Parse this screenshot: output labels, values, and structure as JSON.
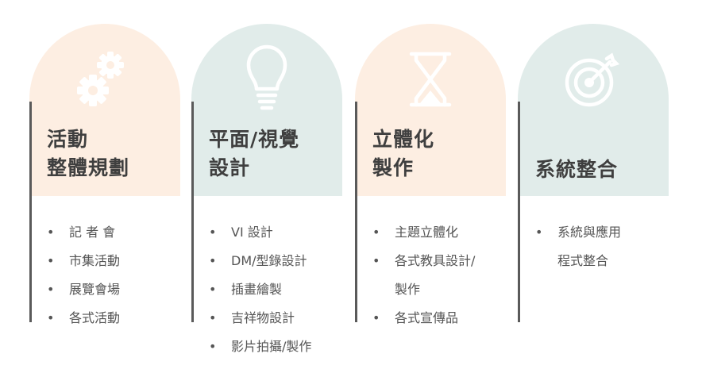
{
  "columns": [
    {
      "title_lines": [
        "活動",
        "整體規劃"
      ],
      "icon": "gears-icon",
      "items": [
        "記 者 會",
        "市集活動",
        "展覽會場",
        "各式活動"
      ]
    },
    {
      "title_lines": [
        "平面/視覺",
        "設計"
      ],
      "icon": "lightbulb-icon",
      "items": [
        "VI 設計",
        "DM/型錄設計",
        "插畫繪製",
        "吉祥物設計",
        "影片拍攝/製作"
      ]
    },
    {
      "title_lines": [
        "立體化",
        "製作"
      ],
      "icon": "hourglass-icon",
      "items": [
        "主題立體化",
        "各式教具設計/",
        "製作",
        "各式宣傳品"
      ]
    },
    {
      "title_lines": [
        "系統整合"
      ],
      "icon": "target-icon",
      "items": [
        "系統與應用",
        "程式整合"
      ]
    }
  ],
  "colors": {
    "peach": "#fdeee2",
    "mint": "#e1ecea",
    "icon": "#ffffff",
    "bar": "#5a5a5a"
  }
}
